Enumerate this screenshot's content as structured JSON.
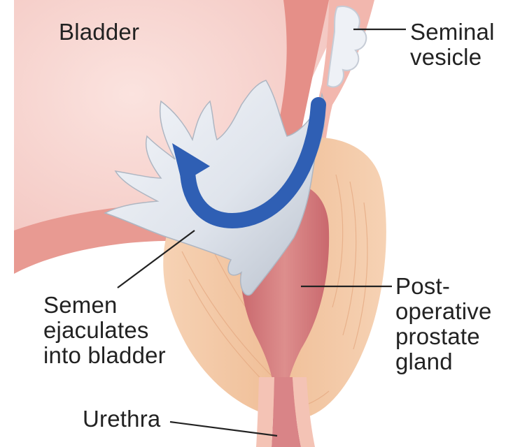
{
  "labels": {
    "bladder": "Bladder",
    "seminal_vesicle": "Seminal\nvesicle",
    "semen": "Semen\nejaculates\ninto bladder",
    "prostate": "Post-\noperative\nprostate\ngland",
    "urethra": "Urethra"
  },
  "colors": {
    "bladder_tissue": "#f7cfcb",
    "bladder_wall": "#e89a92",
    "prostate": "#f3c9a8",
    "prostate_cavity": "#d07a7c",
    "semen": "#dfe4ec",
    "arrow": "#2f5fb4",
    "leader_line": "#222222"
  },
  "icons": {
    "flow_arrow": "curved-arrow-icon"
  }
}
